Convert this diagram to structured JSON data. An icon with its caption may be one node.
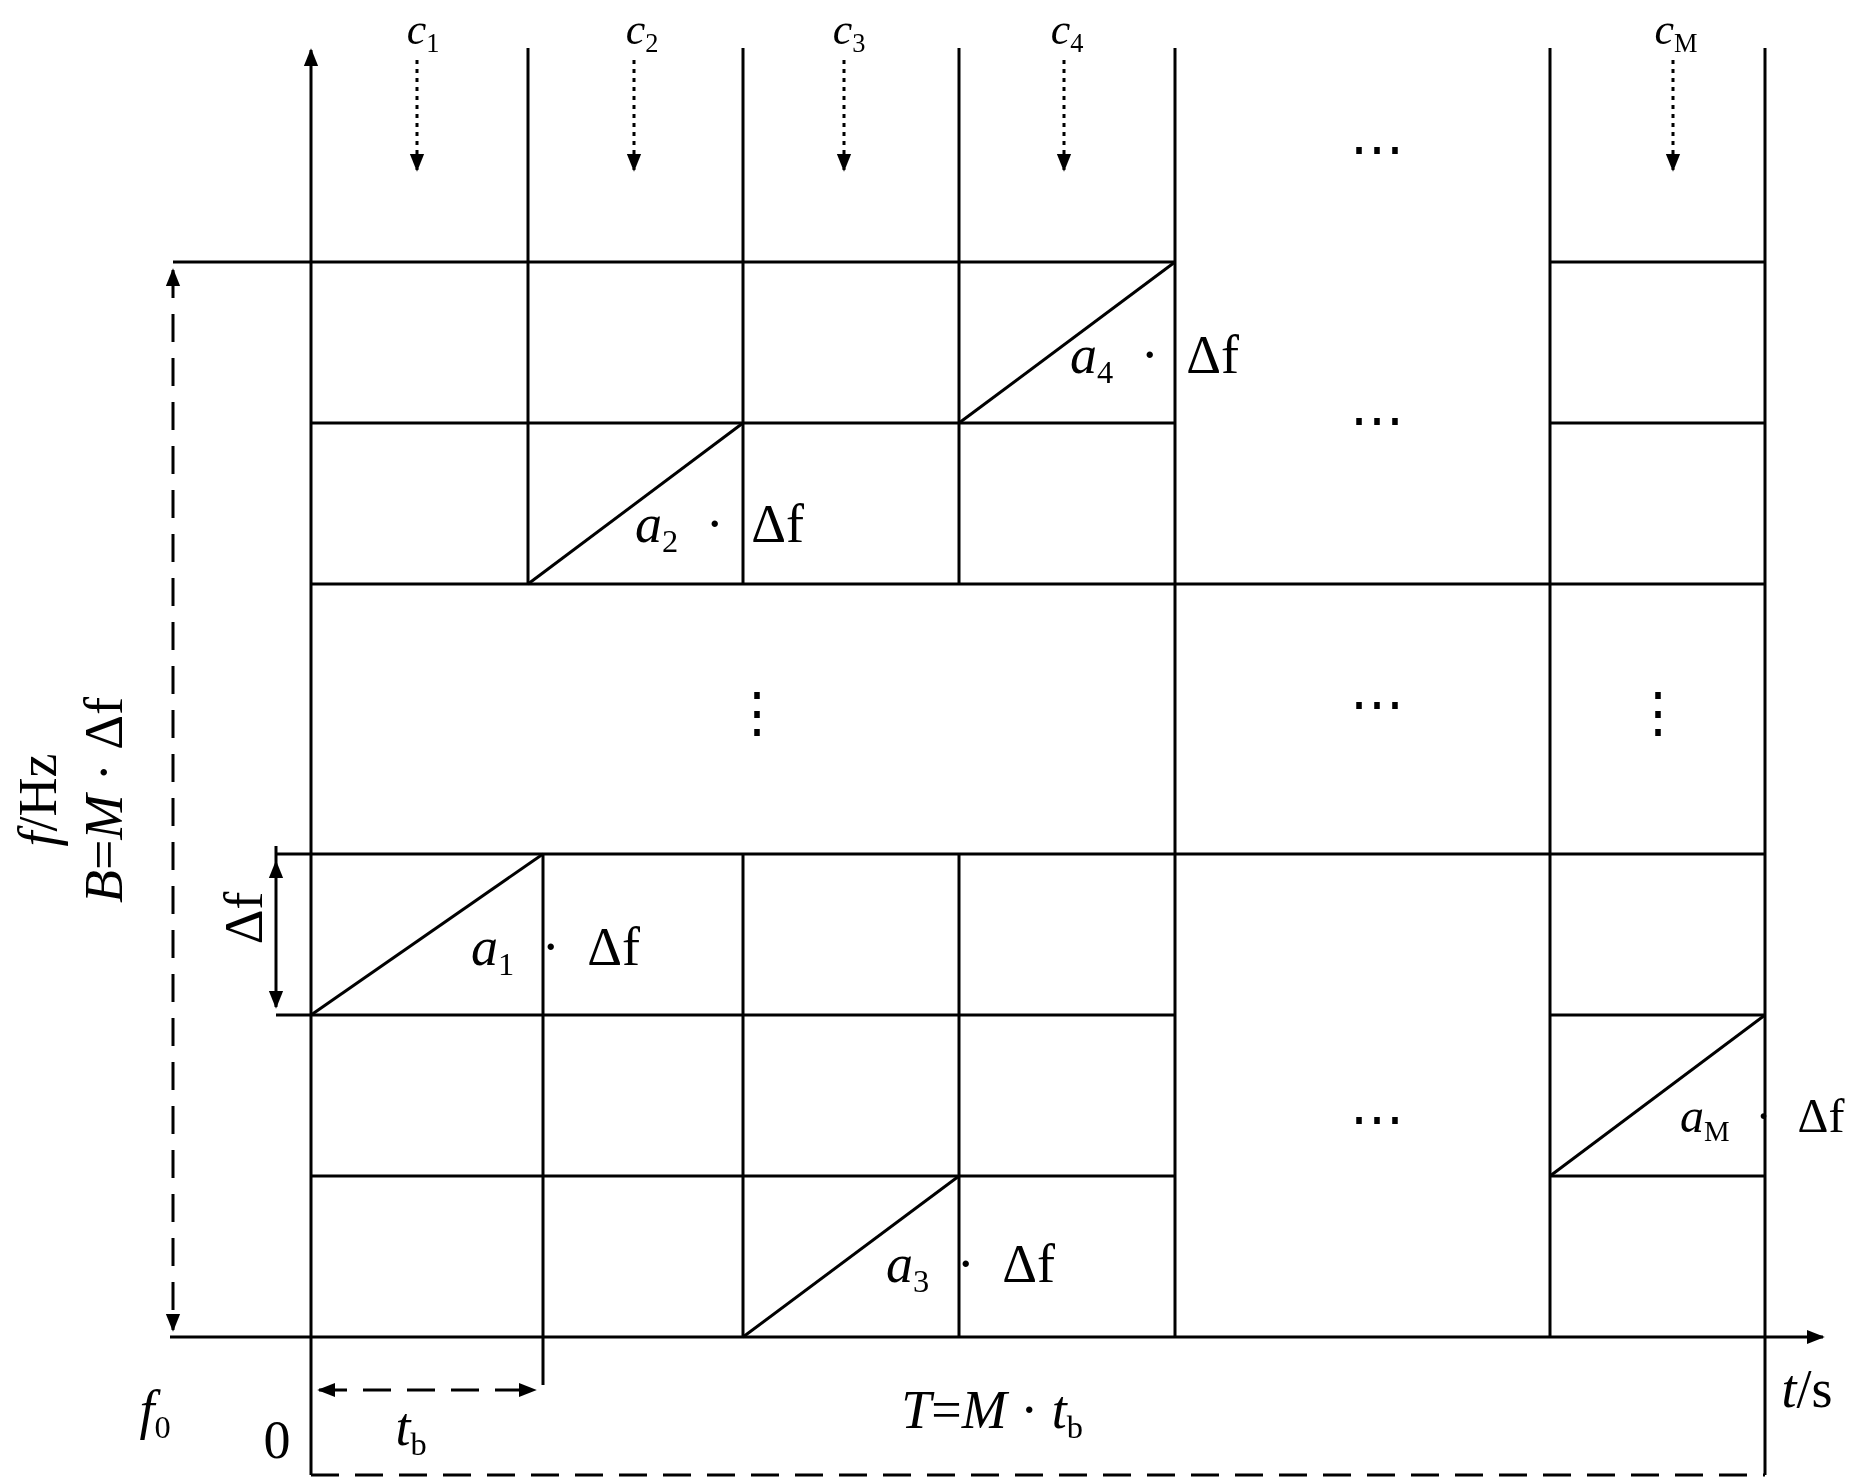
{
  "diagram": {
    "labels": [
      "*c*$_{1}$",
      "*c*$_{2}$",
      "*c*$_{3}$",
      "*c*$_{4}$",
      "*c*$_{M}$",
      "⋯",
      "*a*$_{4}$ · Δf",
      "⋯",
      "*a*$_{2}$ · Δf",
      "*f*/Hz",
      "*B*=*M* · Δf",
      "⋮",
      "⋯",
      "⋮",
      "Δf",
      "*a*$_{1}$ · Δf",
      "⋯",
      "*a*$_{M}$ · Δf",
      "*a*$_{3}$ · Δf",
      "*f*$_{0}$",
      "*t*/s",
      "0",
      "*t*$_{b}$",
      "*T*=*M* · *t*$_{b}$"
    ]
  }
}
